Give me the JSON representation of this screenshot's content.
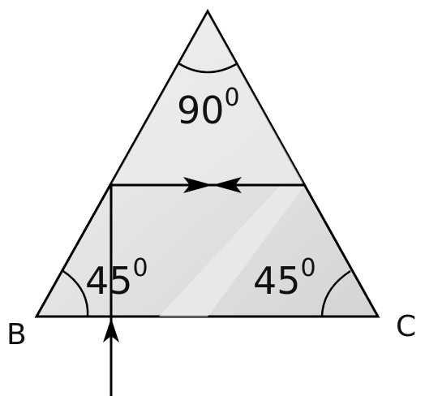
{
  "diagram": {
    "angles": {
      "top": {
        "value": "90",
        "superscript": "0"
      },
      "left": {
        "value": "45",
        "superscript": "0"
      },
      "right": {
        "value": "45",
        "superscript": "0"
      }
    },
    "vertices": {
      "left": "B",
      "right": "C"
    }
  },
  "colors": {
    "prism_fill": "#e6e6e6",
    "prism_fill_light": "#f0f0f0",
    "prism_fill_dark": "#d6d6d6",
    "stroke": "#000000"
  }
}
